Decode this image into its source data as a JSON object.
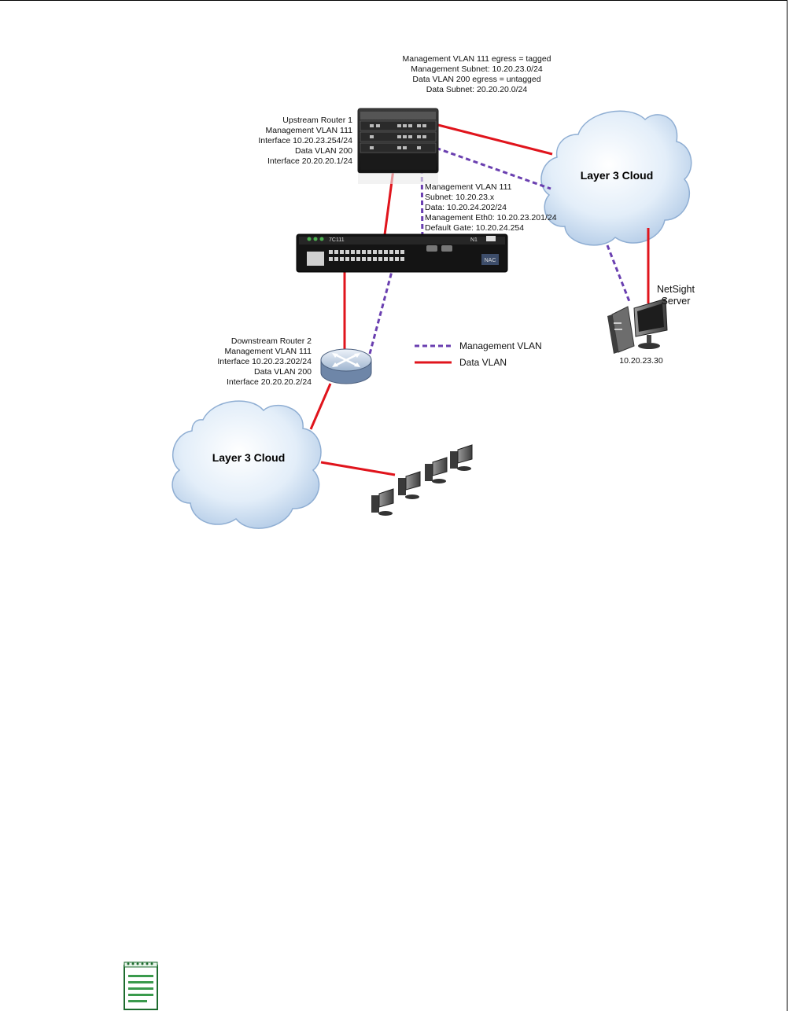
{
  "top_annotation": [
    "Management VLAN 111 egress = tagged",
    "Management Subnet: 10.20.23.0/24",
    "Data VLAN 200 egress = untagged",
    "Data Subnet: 20.20.20.0/24"
  ],
  "upstream_router": {
    "lines": [
      "Upstream Router 1",
      "Management VLAN 111",
      "Interface 10.20.23.254/24",
      "Data VLAN 200",
      "Interface 20.20.20.1/24"
    ]
  },
  "nac_info": [
    "Management VLAN 111",
    "Subnet: 10.20.23.x",
    "Data: 10.20.24.202/24",
    "Management Eth0: 10.20.23.201/24",
    "Default Gate: 10.20.24.254"
  ],
  "nac_appliance": {
    "model": "7C111",
    "slot_label": "N1",
    "badge": "NAC"
  },
  "downstream_router": {
    "lines": [
      "Downstream Router 2",
      "Management VLAN 111",
      "Interface 10.20.23.202/24",
      "Data VLAN 200",
      "Interface 20.20.20.2/24"
    ]
  },
  "cloud_top": {
    "label": "Layer 3 Cloud"
  },
  "cloud_bottom": {
    "label": "Layer 3 Cloud"
  },
  "netsight": {
    "name_line1": "NetSight",
    "name_line2": "Server",
    "ip": "10.20.23.30"
  },
  "legend": {
    "management": {
      "label": "Management VLAN",
      "color": "#6a3fb0"
    },
    "data": {
      "label": "Data VLAN",
      "color": "#e0141c"
    }
  },
  "icons": {
    "note": "notepad-icon"
  }
}
